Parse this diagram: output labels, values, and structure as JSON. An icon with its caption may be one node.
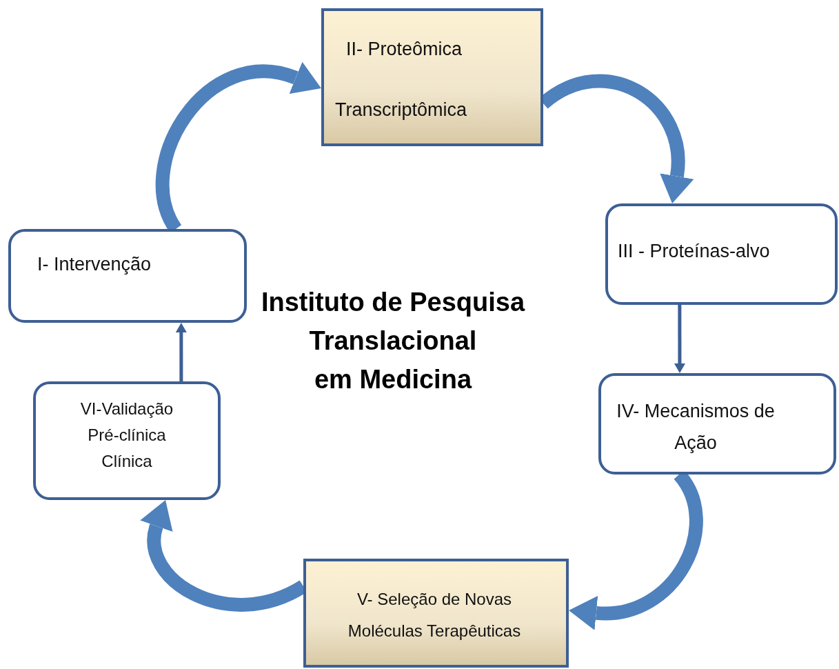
{
  "diagram": {
    "title": "Instituto de Pesquisa Translacional em Medicina",
    "nodes": [
      {
        "text": [
          "I- Intervenção"
        ]
      },
      {
        "text": [
          "II- Proteômica",
          "Transcriptômica"
        ]
      },
      {
        "text": [
          "III - Proteínas-alvo"
        ]
      },
      {
        "text": [
          "IV- Mecanismos de Ação"
        ]
      },
      {
        "text": [
          "V- Seleção de Novas Moléculas Terapêuticas"
        ]
      },
      {
        "text": [
          "VI-Validação",
          "Pré-clínica",
          "Clínica"
        ]
      }
    ],
    "edges": [
      {
        "from": 0,
        "to": 1,
        "arrow": "to"
      },
      {
        "from": 1,
        "to": 2,
        "arrow": "to"
      },
      {
        "from": 2,
        "to": 3,
        "arrow": "to",
        "color": "#3d5f94"
      },
      {
        "from": 3,
        "to": 4,
        "arrow": "to"
      },
      {
        "from": 4,
        "to": 5,
        "arrow": "to"
      },
      {
        "from": 5,
        "to": 0,
        "arrow": "to",
        "color": "#3d5f94"
      }
    ]
  }
}
